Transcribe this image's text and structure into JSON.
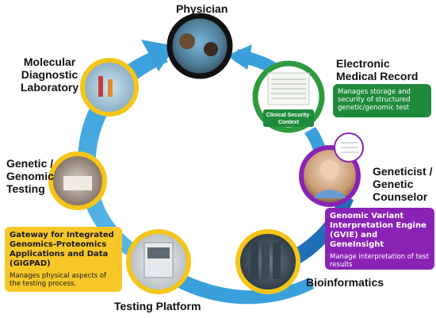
{
  "nodes": {
    "physician": {
      "label": "Physician",
      "ring": "#111111"
    },
    "mdl": {
      "label": "Molecular\nDiagnostic\nLaboratory",
      "ring": "#f5c518"
    },
    "emr": {
      "label": "Electronic\nMedical Record",
      "ring": "#2e9b3e",
      "inset": "Clinical Security\nContext"
    },
    "genetic_testing": {
      "label": "Genetic /\nGenomic\nTesting",
      "ring": "#f5c518"
    },
    "counselor": {
      "label": "Geneticist /\nGenetic\nCounselor",
      "ring": "#8a23b5"
    },
    "testing_platform": {
      "label": "Testing Platform",
      "ring": "#f5c518"
    },
    "bioinformatics": {
      "label": "Bioinformatics",
      "ring": "#f5c518"
    }
  },
  "boxes": {
    "gigpad": {
      "title": "Gateway for Integrated Genomics-Proteomics Applications and Data (GIGPAD)",
      "body": "Manages physical aspects of the testing process.",
      "color": "#f7c72a"
    },
    "gvie": {
      "title": "Genomic Variant Interpretation Engine (GVIE) and GeneInsight",
      "body": "Manage interpretation of test results",
      "color": "#8a23b5"
    },
    "emr": {
      "body": "Manages storage and security of structured genetic/genomic test",
      "color": "#1f8a3c"
    }
  },
  "colors": {
    "arrow": "#3aa0dc",
    "arrow_dark": "#1f6fb8"
  }
}
